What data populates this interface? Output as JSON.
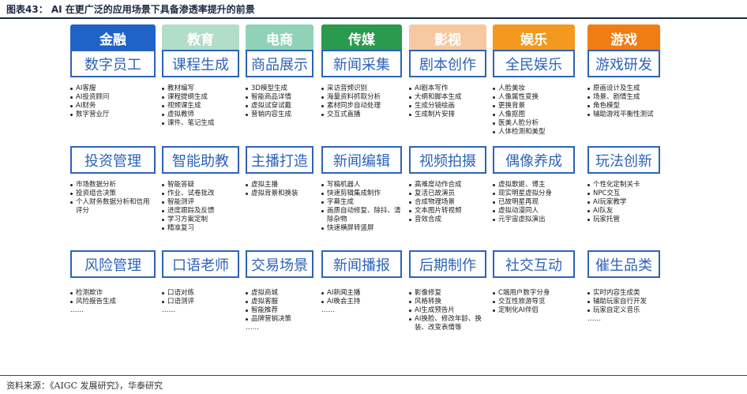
{
  "title": "图表43：  AI 在更广泛的应用场景下具备渗透率提升的前景",
  "source": "资料来源：《AIGC 发展研究》，华泰研究",
  "columns": [
    {
      "header": "金融",
      "color": "#1f63c8",
      "sections": [
        {
          "box": "数字员工",
          "items": [
            "AI客服",
            "AI投资顾问",
            "AI财务",
            "数字营业厅"
          ]
        },
        {
          "box": "投资管理",
          "items": [
            "市场数据分析",
            "投资组合决策",
            "个人财务数据分析和信用评分"
          ]
        },
        {
          "box": "风险管理",
          "items": [
            "检测欺诈",
            "风险报告生成",
            "……"
          ]
        }
      ]
    },
    {
      "header": "教育",
      "color": "#b2ddc8",
      "sections": [
        {
          "box": "课程生成",
          "items": [
            "教材编写",
            "课程提纲生成",
            "视频课生成",
            "虚拟教师",
            "课件、笔记生成"
          ]
        },
        {
          "box": "智能助教",
          "items": [
            "智能答疑",
            "作业、试卷批改",
            "智能测评",
            "进度跟踪及反馈",
            "学习方案定制",
            "精准复习"
          ]
        },
        {
          "box": "口语老师",
          "items": [
            "口语对练",
            "口语测评",
            "……"
          ]
        }
      ]
    },
    {
      "header": "电商",
      "color": "#8fd2b8",
      "sections": [
        {
          "box": "商品展示",
          "items": [
            "3D模型生成",
            "智能商品详情",
            "虚拟试穿试戴",
            "营销内容生成"
          ]
        },
        {
          "box": "主播打造",
          "items": [
            "虚拟主播",
            "虚拟背景和换装"
          ]
        },
        {
          "box": "交易场景",
          "items": [
            "虚拟商城",
            "虚拟客服",
            "智能推荐",
            "品牌营销决策",
            "……"
          ]
        }
      ]
    },
    {
      "header": "传媒",
      "color": "#2a9a4e",
      "sections": [
        {
          "box": "新闻采集",
          "items": [
            "采访音频识别",
            "海量资料抓取分析",
            "素材同步自动处理",
            "交互式直播"
          ]
        },
        {
          "box": "新闻编辑",
          "items": [
            "写稿机器人",
            "快速剪辑集成制作",
            "字幕生成",
            "画质自动修复、除抖、清除杂物",
            "快速横屏转竖屏"
          ]
        },
        {
          "box": "新闻播报",
          "items": [
            "AI新闻主播",
            "AI晚会主持",
            "……"
          ]
        }
      ]
    },
    {
      "header": "影视",
      "color": "#f6c9a2",
      "sections": [
        {
          "box": "剧本创作",
          "items": [
            "AI剧本写作",
            "大纲和脚本生成",
            "生成分镜绘画",
            "生成制片安排"
          ]
        },
        {
          "box": "视频拍摄",
          "items": [
            "高难度动作合成",
            "复活已故演员",
            "合成物理场景",
            "文本图片转视频",
            "音效合成"
          ]
        },
        {
          "box": "后期制作",
          "items": [
            "影像修复",
            "风格转换",
            "AI生成预告片",
            "AI换脸、修改年龄、换装、改变表情等"
          ]
        }
      ]
    },
    {
      "header": "娱乐",
      "color": "#f39a1e",
      "sections": [
        {
          "box": "全民娱乐",
          "items": [
            "人脸美妆",
            "人像属性变换",
            "更换背景",
            "人像抠图",
            "医美人脸分析",
            "人体检测和美型"
          ]
        },
        {
          "box": "偶像养成",
          "items": [
            "虚拟歌姬、博主",
            "现实明星虚拟分身",
            "已故明星再现",
            "虚拟动漫同人",
            "元宇宙虚拟演出"
          ]
        },
        {
          "box": "社交互动",
          "items": [
            "C端用户数字分身",
            "交互性旅游导览",
            "定制化AI伴侣"
          ]
        }
      ]
    },
    {
      "header": "游戏",
      "color": "#f07d14",
      "sections": [
        {
          "box": "游戏研发",
          "items": [
            "原画设计及生成",
            "场景、剧情生成",
            "角色模型",
            "辅助游戏平衡性测试"
          ]
        },
        {
          "box": "玩法创新",
          "items": [
            "个性化定制关卡",
            "NPC交互",
            "AI玩家教学",
            "AI队友",
            "玩家托管"
          ]
        },
        {
          "box": "催生品类",
          "items": [
            "实时内容生成类",
            "辅助玩家自行开发",
            "玩家自定义音乐",
            "……"
          ]
        }
      ]
    }
  ]
}
